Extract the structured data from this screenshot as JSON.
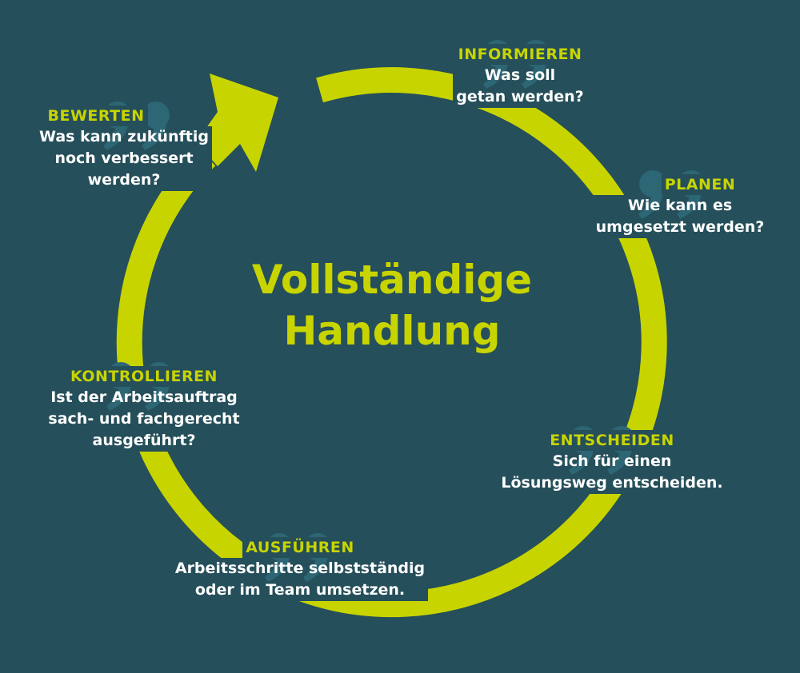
{
  "title": [
    "Vollständige",
    "Handlung"
  ],
  "steps": [
    {
      "heading": "INFORMIEREN",
      "lines": [
        "Was soll",
        "getan werden?"
      ]
    },
    {
      "heading": "PLANEN",
      "lines": [
        "Wie kann es",
        "umgesetzt werden?"
      ]
    },
    {
      "heading": "ENTSCHEIDEN",
      "lines": [
        "Sich für einen",
        "Lösungsweg entscheiden."
      ]
    },
    {
      "heading": "AUSFÜHREN",
      "lines": [
        "Arbeitsschritte selbstständig",
        "oder im Team umsetzen."
      ]
    },
    {
      "heading": "KONTROLLIEREN",
      "lines": [
        "Ist der Arbeitsauftrag",
        "sach- und fachgerecht",
        "ausgeführt?"
      ]
    },
    {
      "heading": "BEWERTEN",
      "lines": [
        "Was kann zukünftig",
        "noch verbessert",
        "werden?"
      ]
    }
  ],
  "colors": {
    "background": "#254f5a",
    "accent": "#c8d400",
    "quote": "#2d6674",
    "text": "#ffffff"
  }
}
